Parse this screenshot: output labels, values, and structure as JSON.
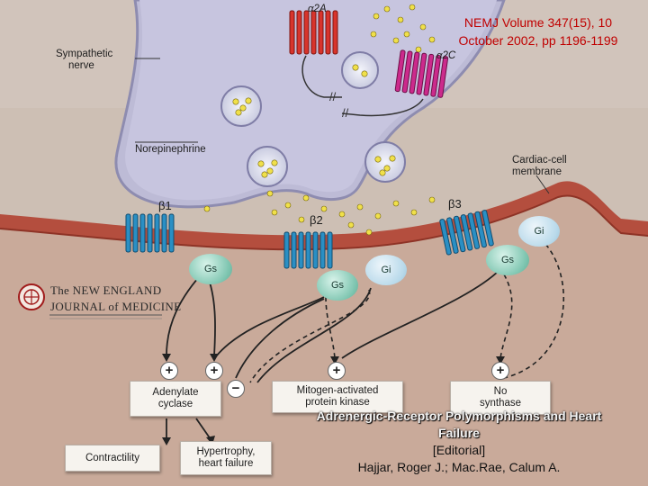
{
  "citation": {
    "line1": "NEMJ Volume 347(15), 10",
    "line2": "October 2002, pp 1196-1199"
  },
  "labels": {
    "sympathetic": "Sympathetic",
    "nerve": "nerve",
    "norepinephrine": "Norepinephrine",
    "cardiac1": "Cardiac-cell",
    "cardiac2": "membrane",
    "alpha2a": "α2A",
    "alpha2c": "α2C",
    "beta1": "β1",
    "beta2": "β2",
    "beta3": "β3"
  },
  "gproteins": {
    "gs": "Gs",
    "gi": "Gi"
  },
  "signs": {
    "plus": "+",
    "minus": "−"
  },
  "boxes": {
    "adenylate1": "Adenylate",
    "adenylate2": "cyclase",
    "mapk1": "Mitogen-activated",
    "mapk2": "protein kinase",
    "no1": "No",
    "no2": "synthase",
    "contractility": "Contractility",
    "hyper1": "Hypertrophy,",
    "hyper2": "heart failure"
  },
  "journal": {
    "line1": "The NEW ENGLAND",
    "line2": "JOURNAL of MEDICINE"
  },
  "footer": {
    "title1": "Adrenergic-Receptor Polymorphisms and Heart",
    "title2": "Failure",
    "type": "[Editorial]",
    "authors": "Hajjar, Roger J.; Mac.Rae, Calum A."
  },
  "colors": {
    "citation": "#c00000",
    "receptor_blue": "#2a8fc4",
    "receptor_red": "#d8342c",
    "receptor_magenta": "#cc2a8c",
    "gs": "#7ec5b0",
    "gi": "#b8d9ea",
    "vesicle_dot": "#f0e04a"
  }
}
